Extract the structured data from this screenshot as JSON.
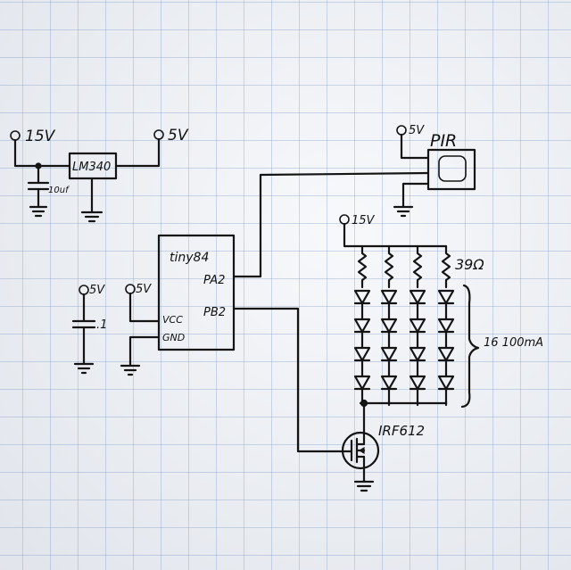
{
  "labels": {
    "v15_top": "15V",
    "v5_reg": "5V",
    "regulator": "LM340",
    "cap_reg": "10uf",
    "v5_pir": "5V",
    "pir": "PIR",
    "mcu": "tiny84",
    "pin_pa2": "PA2",
    "pin_pb2": "PB2",
    "pin_vcc": "VCC",
    "pin_gnd": "GND",
    "v5_a": "5V",
    "v5_b": "5V",
    "cap_mcu": ".1",
    "v15_led": "15V",
    "resistor": "39Ω",
    "led_note": "16 100mA",
    "mosfet": "IRF612"
  },
  "colors": {
    "ink": "#141414",
    "paper": "#eef1f6",
    "grid": "#8aa3cf"
  }
}
